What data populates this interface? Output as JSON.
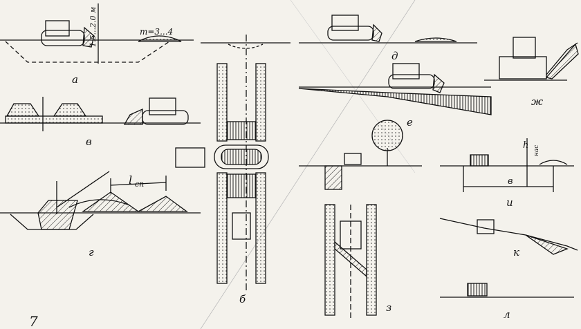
{
  "labels": {
    "a": "а",
    "b": "б",
    "v": "в",
    "g": "г",
    "d": "д",
    "e": "е",
    "zh": "ж",
    "z": "з",
    "i": "и",
    "k": "к",
    "l": "л"
  },
  "annotations": {
    "depth": "1.5...2.0 м",
    "slope": "m=3...4",
    "l_sp": "l",
    "l_sp_sub": "сп",
    "h_nas": "h",
    "h_nas_sub": "нас",
    "width_b": "в"
  },
  "page_number": "7"
}
